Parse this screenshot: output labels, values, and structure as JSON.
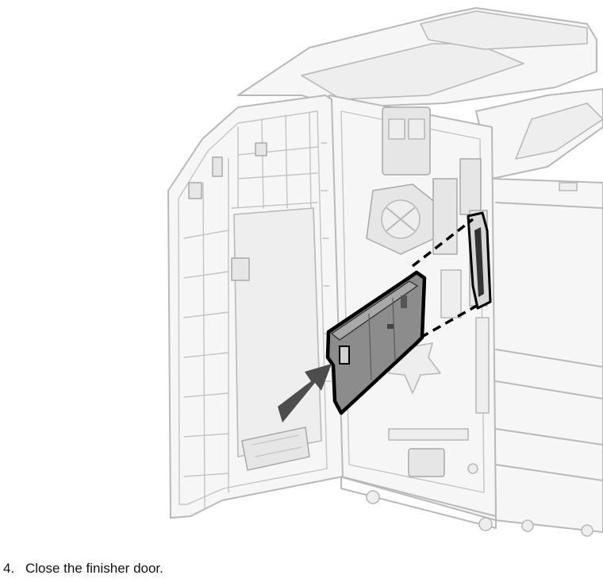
{
  "instruction": {
    "number": "4.",
    "text": "Close the finisher door."
  },
  "illustration": {
    "depicts": "finisher-cartridge-insertion",
    "colors": {
      "outline": "#b9b9b9",
      "cartridge_fill": "#8c8c8c",
      "cartridge_outline": "#000000",
      "arrow": "#4d4d4d"
    }
  }
}
